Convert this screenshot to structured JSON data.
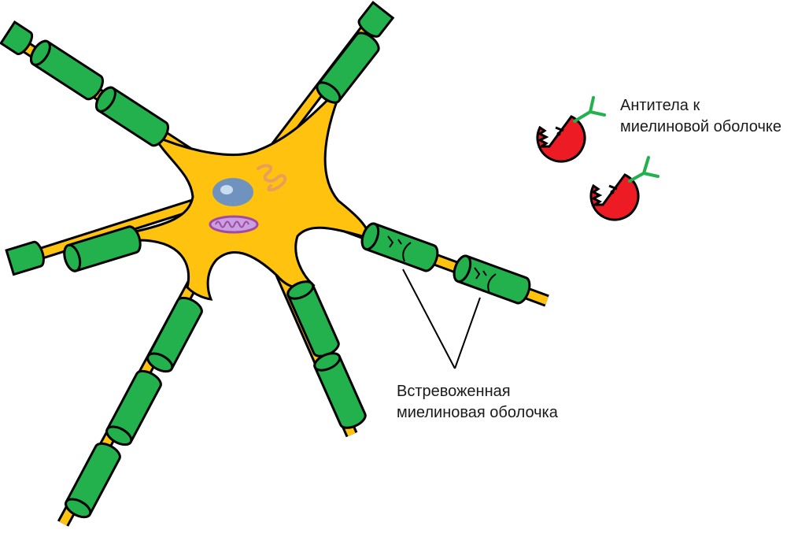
{
  "labels": {
    "antibody_line1": "Антитела к",
    "antibody_line2": "миелиновой оболочке",
    "damaged_line1": "Встревоженная",
    "damaged_line2": "миелиновая оболочка"
  },
  "colors": {
    "soma": "#ffc20e",
    "axon": "#ffc20e",
    "myelin": "#22b14c",
    "outline": "#000000",
    "nucleus": "#7092be",
    "nucleolus": "#c8dcf0",
    "mitochondrion": "#c8a0e0",
    "mitochondrion_stroke": "#a349a4",
    "golgi": "#e6a05a",
    "antibody_body": "#ed1c24",
    "antibody_arm": "#22b14c"
  },
  "icons": [
    "neuron-icon",
    "antibody-icon",
    "nucleus-icon",
    "mitochondrion-icon"
  ]
}
